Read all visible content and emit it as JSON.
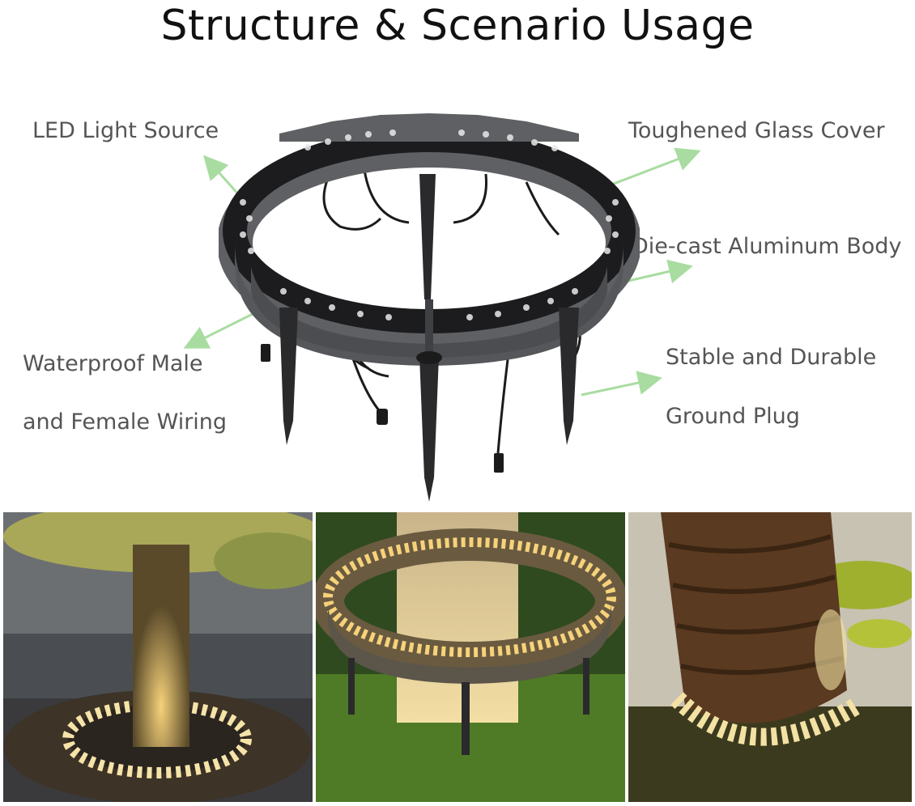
{
  "title": "Structure & Scenario Usage",
  "labels": {
    "led_source": "LED Light Source",
    "glass_cover": "Toughened Glass Cover",
    "aluminum_body": "Die-cast Aluminum Body",
    "wiring_line1": "Waterproof Male",
    "wiring_line2": "and Female Wiring",
    "ground_plug_line1": "Stable and Durable",
    "ground_plug_line2": "Ground Plug"
  },
  "colors": {
    "arrow": "#a8dca0",
    "housing": "#5e6063",
    "led_panel": "#1c1c1e",
    "warm_light": "#f6d27a"
  },
  "photos": [
    {
      "scene": "tree-paving-ring-light"
    },
    {
      "scene": "tree-grass-ring-light"
    },
    {
      "scene": "palm-ring-light-night"
    }
  ]
}
